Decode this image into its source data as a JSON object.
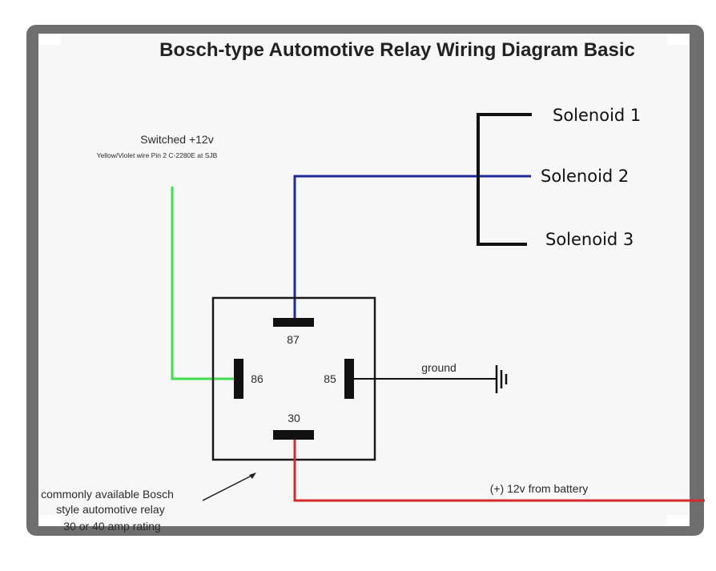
{
  "title": "Bosch-type Automotive Relay Wiring Diagram Basic",
  "switched": {
    "label": "Switched +12v",
    "sublabel": "Yellow/Violet wire Pin 2 C-2280E at SJB"
  },
  "pins": {
    "p87": "87",
    "p86": "86",
    "p85": "85",
    "p30": "30"
  },
  "ground_label": "ground",
  "battery_label": "(+) 12v from battery",
  "solenoids": [
    "Solenoid 1",
    "Solenoid 2",
    "Solenoid 3"
  ],
  "relay_caption": [
    "commonly available Bosch",
    "style automotive relay",
    "30 or 40 amp rating"
  ],
  "colors": {
    "switched_wire": "#3ee04a",
    "output_wire": "#1f2a9a",
    "battery_wire": "#d42a2a",
    "ground_wire": "#111111",
    "frame": "#6e6e6e"
  }
}
